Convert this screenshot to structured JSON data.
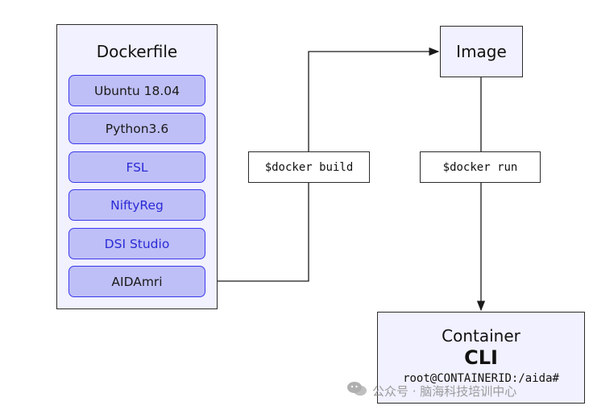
{
  "dockerfile": {
    "title": "Dockerfile",
    "layers": [
      "Ubuntu 18.04",
      "Python3.6",
      "FSL",
      "NiftyReg",
      "DSI Studio",
      "AIDAmri"
    ]
  },
  "image": {
    "label": "Image"
  },
  "commands": {
    "build": "$docker build",
    "run": "$docker run"
  },
  "container": {
    "title": "Container",
    "cli": "CLI",
    "prompt": "root@CONTAINERID:/aida#"
  },
  "watermark": {
    "text": "公众号 · 脑海科技培训中心",
    "icon": "wechat-icon"
  },
  "colors": {
    "box_fill": "#f1f1ff",
    "layer_fill": "#bfbff7",
    "layer_border": "#3a3aee",
    "layer_blue_text": "#2a2ad6"
  }
}
